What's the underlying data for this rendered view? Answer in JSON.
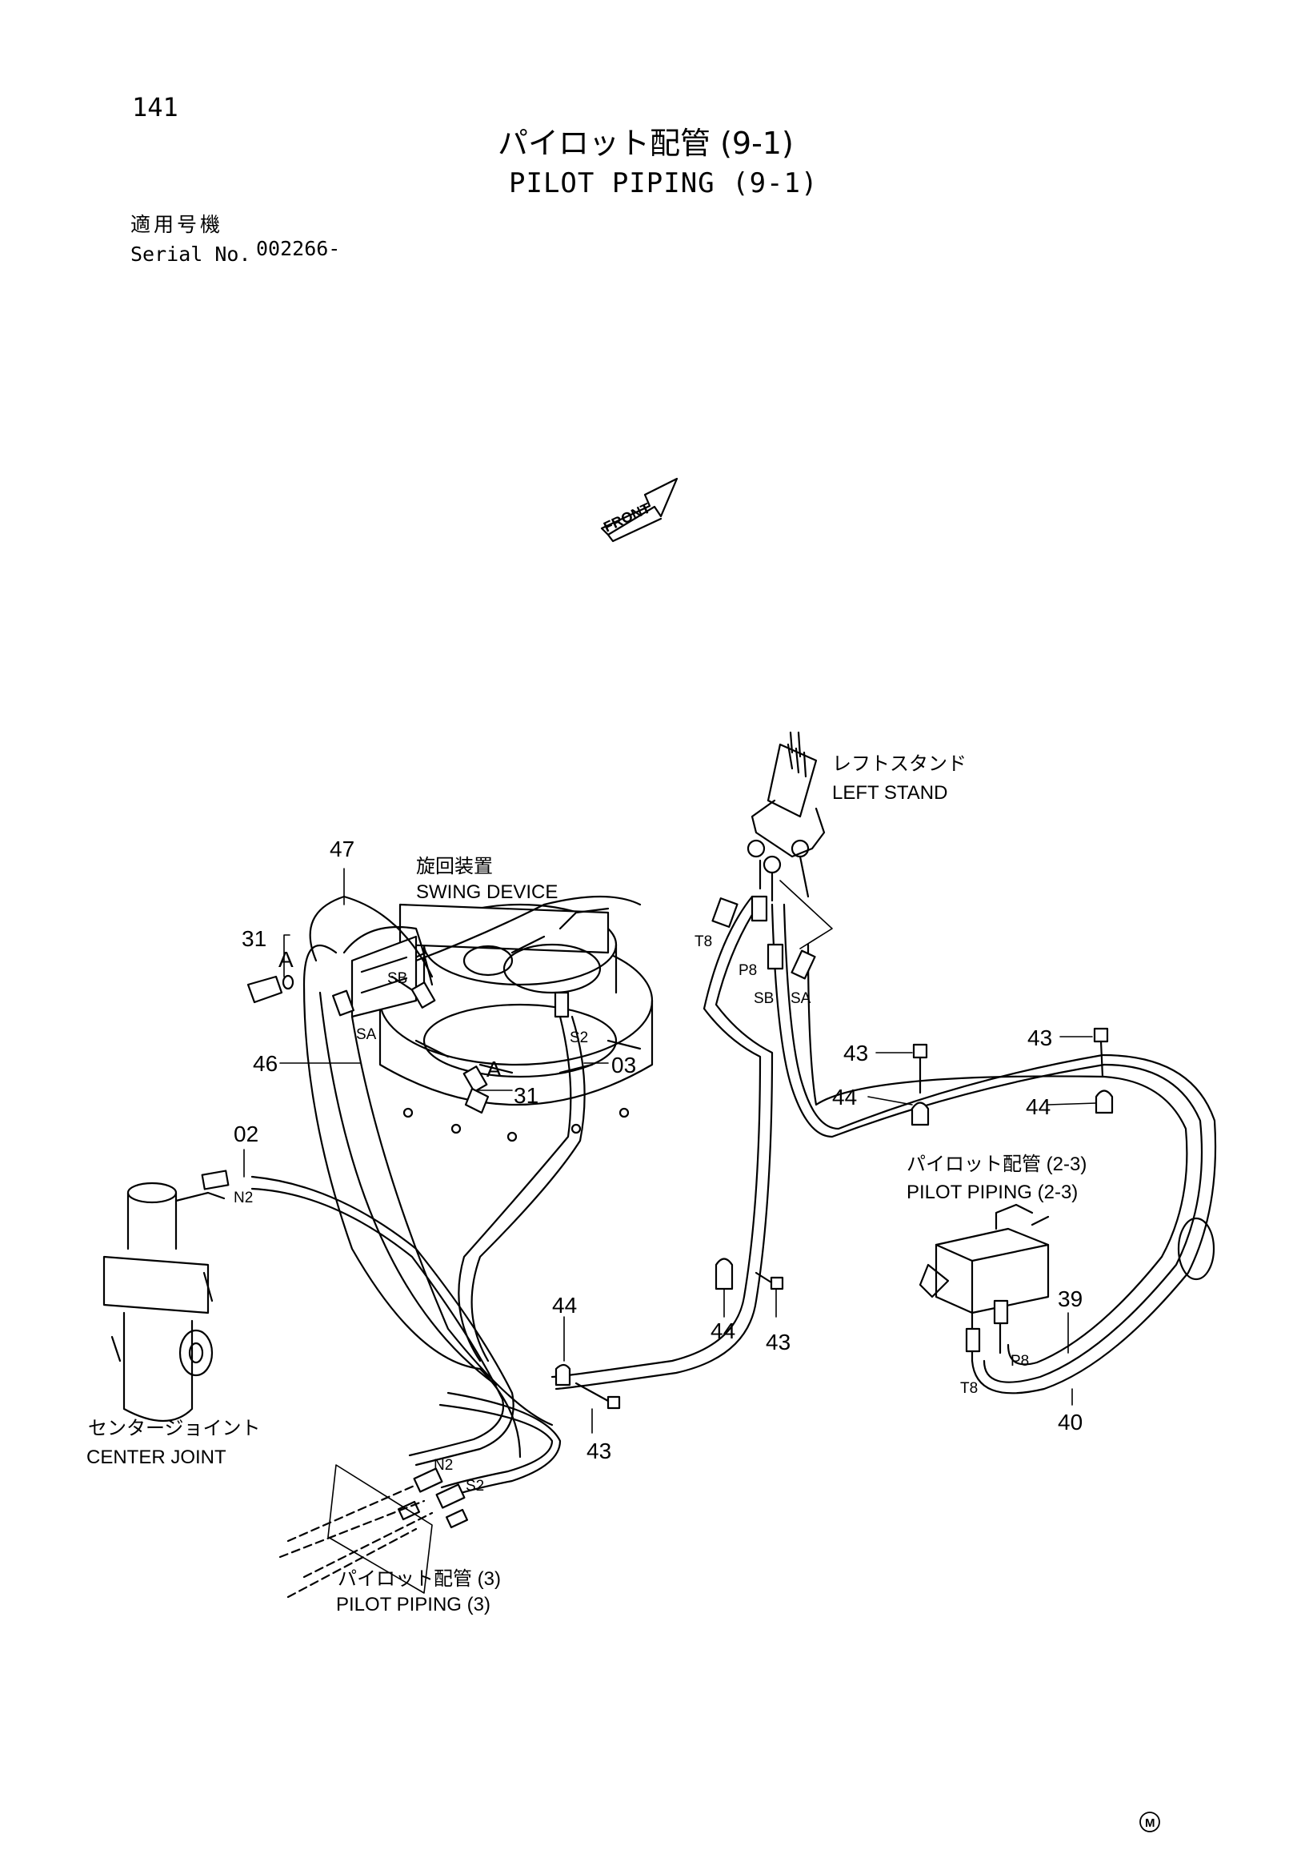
{
  "header": {
    "page_number": "141",
    "title_jp": "パイロット配管 (9-1)",
    "title_en": "PILOT PIPING (9-1)",
    "serial_label_jp": "適用号機",
    "serial_label_en": "Serial No.",
    "serial_value": "002266-"
  },
  "front_arrow": "FRONT",
  "components": {
    "left_stand_jp": "レフトスタンド",
    "left_stand_en": "LEFT STAND",
    "swing_device_jp": "旋回装置",
    "swing_device_en": "SWING DEVICE",
    "center_joint_jp": "センタージョイント",
    "center_joint_en": "CENTER JOINT",
    "pilot_piping_23_jp": "パイロット配管 (2-3)",
    "pilot_piping_23_en": "PILOT PIPING (2-3)",
    "pilot_piping_3_jp": "パイロット配管 (3)",
    "pilot_piping_3_en": "PILOT PIPING (3)"
  },
  "callouts": {
    "c47": "47",
    "c31a": "31",
    "c31b": "31",
    "cA1": "A",
    "cA2": "A",
    "c46": "46",
    "c03": "03",
    "c02": "02",
    "c43a": "43",
    "c43b": "43",
    "c43c": "43",
    "c43d": "43",
    "c44a": "44",
    "c44b": "44",
    "c44c": "44",
    "c44d": "44",
    "c39": "39",
    "c40": "40"
  },
  "ports": {
    "sb1": "SB",
    "sa1": "SA",
    "s2a": "S2",
    "n2a": "N2",
    "t8a": "T8",
    "p8a": "P8",
    "sb2": "SB",
    "sa2": "SA",
    "p8b": "P8",
    "t8b": "T8",
    "n2b": "N2",
    "s2b": "S2"
  },
  "footer_mark": "M"
}
